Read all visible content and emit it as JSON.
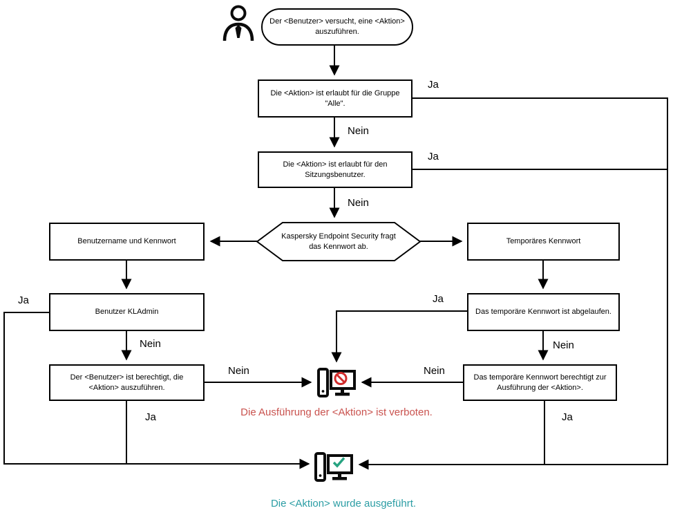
{
  "flowchart": {
    "edge_labels": {
      "yes": "Ja",
      "no": "Nein"
    },
    "nodes": {
      "start": "Der <Benutzer> versucht, eine <Aktion> auszuführen.",
      "action_allowed_group": "Die <Aktion> ist erlaubt für die Gruppe \"Alle\".",
      "action_allowed_session": "Die <Aktion> ist erlaubt für den Sitzungsbenutzer.",
      "password_prompt": "Kaspersky Endpoint Security fragt das Kennwort ab.",
      "username_password": "Benutzername und Kennwort",
      "temporary_password": "Temporäres Kennwort",
      "kladmin_user": "Benutzer KLAdmin",
      "temp_password_expired": "Das temporäre Kennwort ist abgelaufen.",
      "user_authorized": "Der <Benutzer> ist berechtigt, die <Aktion> auszuführen.",
      "temp_password_authorizes": "Das temporäre Kennwort berechtigt zur Ausführung der <Aktion>."
    },
    "outcomes": {
      "denied": "Die Ausführung der <Aktion> ist verboten.",
      "executed": "Die <Aktion> wurde ausgeführt."
    },
    "icons": {
      "actor": "user-icon",
      "denied": "computer-denied-icon",
      "executed": "computer-success-icon"
    },
    "colors": {
      "line": "#000000",
      "denied_text": "#c9524e",
      "executed_text": "#2b9da4",
      "prohibit_sign": "#d22d2d",
      "check_mark": "#27a381"
    }
  }
}
